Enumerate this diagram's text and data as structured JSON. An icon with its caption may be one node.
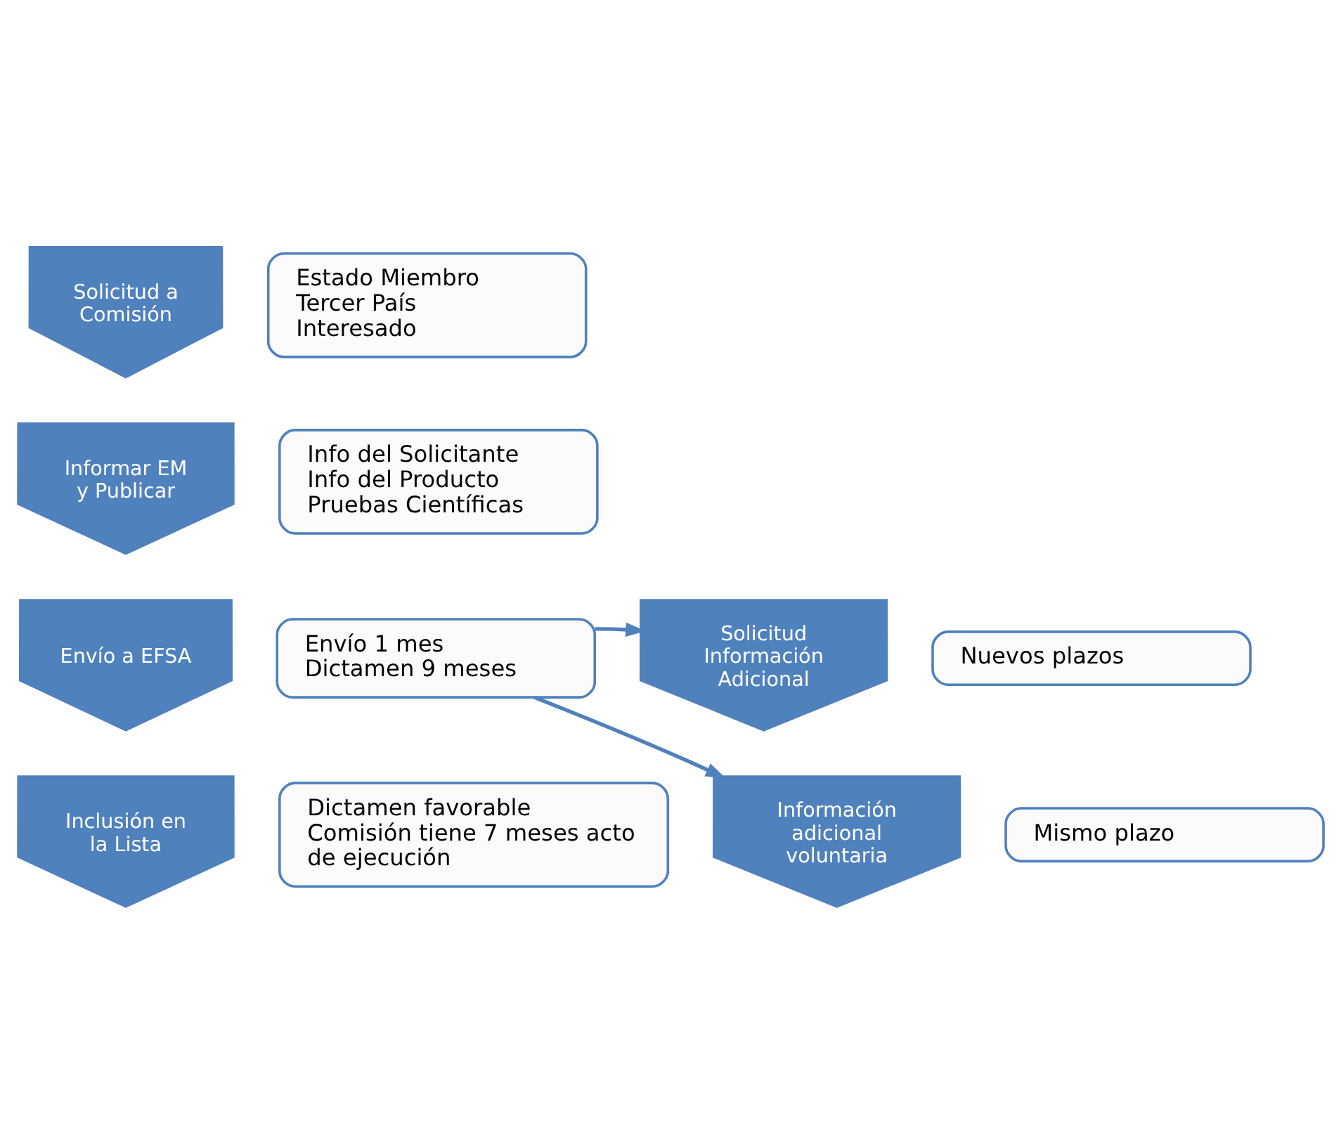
{
  "diagram": {
    "nodes": [
      {
        "text": [
          "Solicitud a Comisión"
        ]
      },
      {
        "text": [
          "Estado Miembro",
          "Tercer País",
          "Interesado"
        ]
      },
      {
        "text": [
          "Informar EM y Publicar"
        ]
      },
      {
        "text": [
          "Info del Solicitante",
          "Info del Producto",
          "Pruebas Científicas"
        ]
      },
      {
        "text": [
          "Envío a EFSA"
        ]
      },
      {
        "text": [
          "Envío 1 mes",
          "Dictamen 9 meses"
        ]
      },
      {
        "text": [
          "Inclusión en la Lista"
        ]
      },
      {
        "text": [
          "Dictamen favorable",
          "Comisión tiene 7 meses acto de ejecución"
        ]
      },
      {
        "text": [
          "Solicitud Información Adicional"
        ]
      },
      {
        "text": [
          "Nuevos plazos"
        ]
      },
      {
        "text": [
          "Información adicional voluntaria"
        ]
      },
      {
        "text": [
          "Mismo plazo"
        ]
      }
    ],
    "edges": [
      {
        "from": 5,
        "to": 8,
        "arrow": "to"
      },
      {
        "from": 5,
        "to": 10,
        "arrow": "to"
      }
    ]
  }
}
